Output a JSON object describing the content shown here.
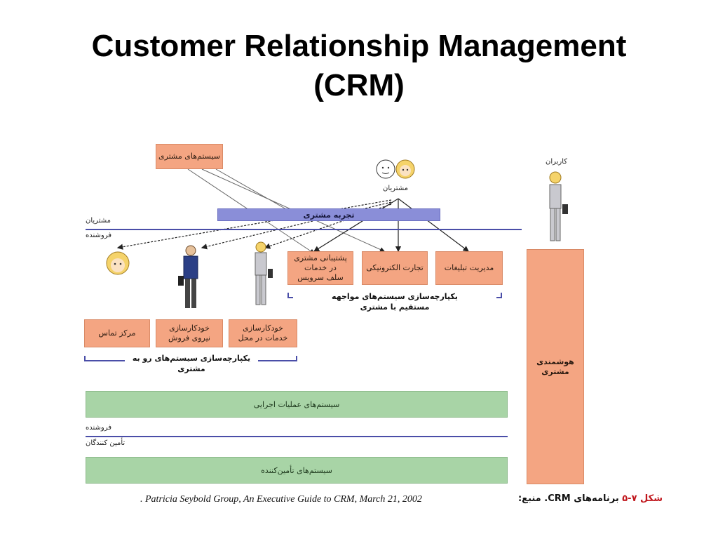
{
  "title_line1": "Customer Relationship Management",
  "title_line2": "(CRM)",
  "diagram": {
    "top_box": "سیستم‌های مشتری",
    "customers_label": "مشتریان",
    "users_label": "کاربران",
    "experience_bar": "تجربه مشتری",
    "line_customers": "مشتریان",
    "line_seller": "فروشنده",
    "box_support_1": "پشتیبانی مشتری",
    "box_support_2": "در خدمات",
    "box_support_3": "سلف سرویس",
    "box_ecommerce": "تجارت الکترونیکی",
    "box_marketing": "مدیریت تبلیغات",
    "direct_caption_1": "یکپارچه‌سازی سیستم‌های مواجهه",
    "direct_caption_2": "مستقیم با مشتری",
    "box_contact": "مرکز تماس",
    "box_salesforce_1": "خودکارسازی",
    "box_salesforce_2": "نیروی فروش",
    "box_field_1": "خودکارسازی",
    "box_field_2": "خدمات در محل",
    "face_caption_1": "یکپارچه‌سازی سیستم‌های رو به",
    "face_caption_2": "مشتری",
    "intelligence_1": "هوشمندی",
    "intelligence_2": "مشتری",
    "ops_band": "سیستم‌های عملیات اجرایی",
    "line_seller2": "فروشنده",
    "line_suppliers": "تأمین کنندگان",
    "supplier_band": "سیستم‌های تأمین‌کننده"
  },
  "caption": {
    "source_en": ". Patricia Seybold Group, An Executive Guide to CRM, March 21, 2002",
    "source_fa": "برنامه‌های CRM. منبع:",
    "figure_no": "شکل ۷-۵"
  },
  "colors": {
    "orange_box": "#f4a582",
    "green_band": "#a8d4a6",
    "purple_bar": "#8a8ed8",
    "line_blue": "#4a4ea8",
    "figure_red": "#c0161c"
  }
}
